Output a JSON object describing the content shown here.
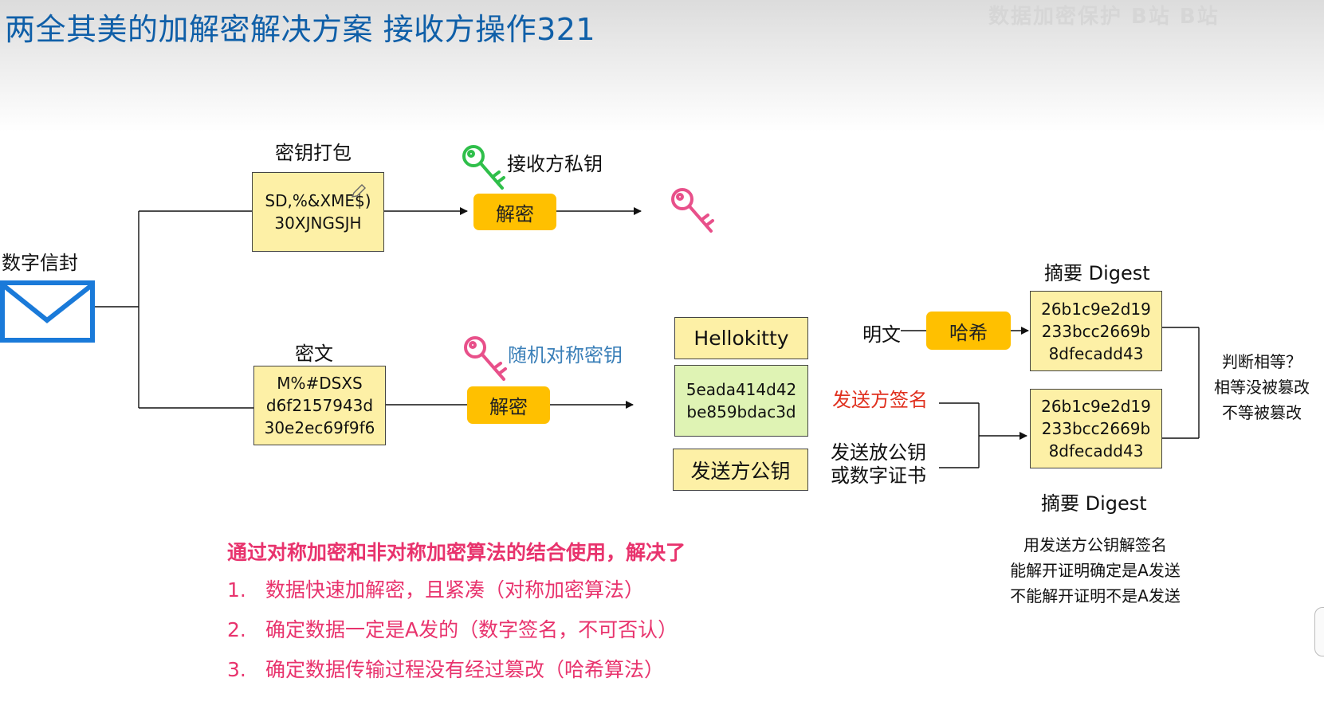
{
  "title": "两全其美的加解密解决方案 接收方操作321",
  "watermark": "数据加密保护 B站 B站",
  "envelope": {
    "label": "数字信封"
  },
  "top_branch": {
    "label": "密钥打包",
    "box_lines": [
      "SD,%&XME$)",
      "30XJNGSJH"
    ],
    "key_label": "接收方私钥",
    "action": "解密"
  },
  "bottom_branch": {
    "label": "密文",
    "box_lines": [
      "M%#DSXS",
      "d6f2157943d",
      "30e2ec69f9f6"
    ],
    "key_label": "随机对称密钥",
    "action": "解密"
  },
  "decrypted": {
    "plaintext": "Hellokitty",
    "signature_lines": [
      "5eada414d42",
      "be859bdac3d"
    ],
    "pubkey": "发送方公钥"
  },
  "hash_flow": {
    "plaintext_label": "明文",
    "action": "哈希",
    "sender_signature": "发送方签名",
    "sender_pubkey_lines": [
      "发送放公钥",
      "或数字证书"
    ],
    "digest_top_label": "摘要 Digest",
    "digest_top_lines": [
      "26b1c9e2d19",
      "233bcc2669b",
      "8dfecadd43"
    ],
    "digest_bottom_lines": [
      "26b1c9e2d19",
      "233bcc2669b",
      "8dfecadd43"
    ],
    "digest_bottom_label": "摘要 Digest",
    "compare_lines": [
      "判断相等？",
      "相等没被篡改",
      "不等被篡改"
    ],
    "verify_lines": [
      "用发送方公钥解签名",
      "能解开证明确定是A发送",
      "不能解开证明不是A发送"
    ]
  },
  "summary": {
    "heading": "通过对称加密和非对称加密算法的结合使用，解决了",
    "items": [
      {
        "num": "1.",
        "text": "数据快速加解密，且紧凑（对称加密算法）"
      },
      {
        "num": "2.",
        "text": "确定数据一定是A发的（数字签名，不可否认）"
      },
      {
        "num": "3.",
        "text": "确定数据传输过程没有经过篡改（哈希算法）"
      }
    ]
  },
  "colors": {
    "title": "#0f5fa8",
    "envelope": "#1a7ad9",
    "box_fill": "#fdf0a6",
    "green_fill": "#dff3b4",
    "button": "#ffc000",
    "key_green": "#2fbf4a",
    "key_pink": "#e8508a",
    "key_label_blue": "#3a7fb8",
    "signature_red": "#e0301e",
    "summary_pink": "#e8336d"
  }
}
